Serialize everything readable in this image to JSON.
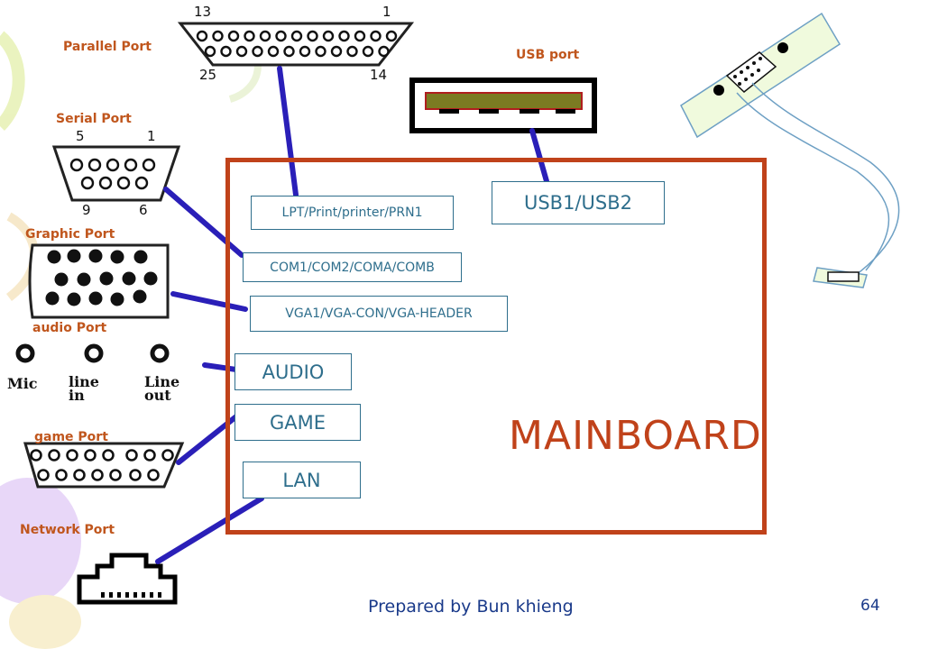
{
  "ports": {
    "parallel": {
      "label": "Parallel Port",
      "pin_tl": "13",
      "pin_tr": "1",
      "pin_bl": "25",
      "pin_br": "14"
    },
    "usb": {
      "label": "USB port"
    },
    "serial": {
      "label": "Serial Port",
      "pin_tl": "5",
      "pin_tr": "1",
      "pin_bl": "9",
      "pin_br": "6"
    },
    "graphic": {
      "label": "Graphic Port"
    },
    "audio": {
      "label": "audio Port",
      "jacks": [
        "Mic",
        "line in",
        "Line out"
      ]
    },
    "game": {
      "label": "game Port"
    },
    "network": {
      "label": "Network Port"
    }
  },
  "headers": {
    "lpt": "LPT/Print/printer/PRN1",
    "usb": "USB1/USB2",
    "com": "COM1/COM2/COMA/COMB",
    "vga": "VGA1/VGA-CON/VGA-HEADER",
    "audio": "AUDIO",
    "game": "GAME",
    "lan": "LAN"
  },
  "mainboard": {
    "title": "MAINBOARD"
  },
  "footer": {
    "text": "Prepared by Bun khieng",
    "page": "64"
  },
  "colors": {
    "mainboard_border": "#c0421a",
    "connector_lines": "#2a1fb8",
    "header_border": "#2e6e8c",
    "port_labels": "#c0561d"
  }
}
